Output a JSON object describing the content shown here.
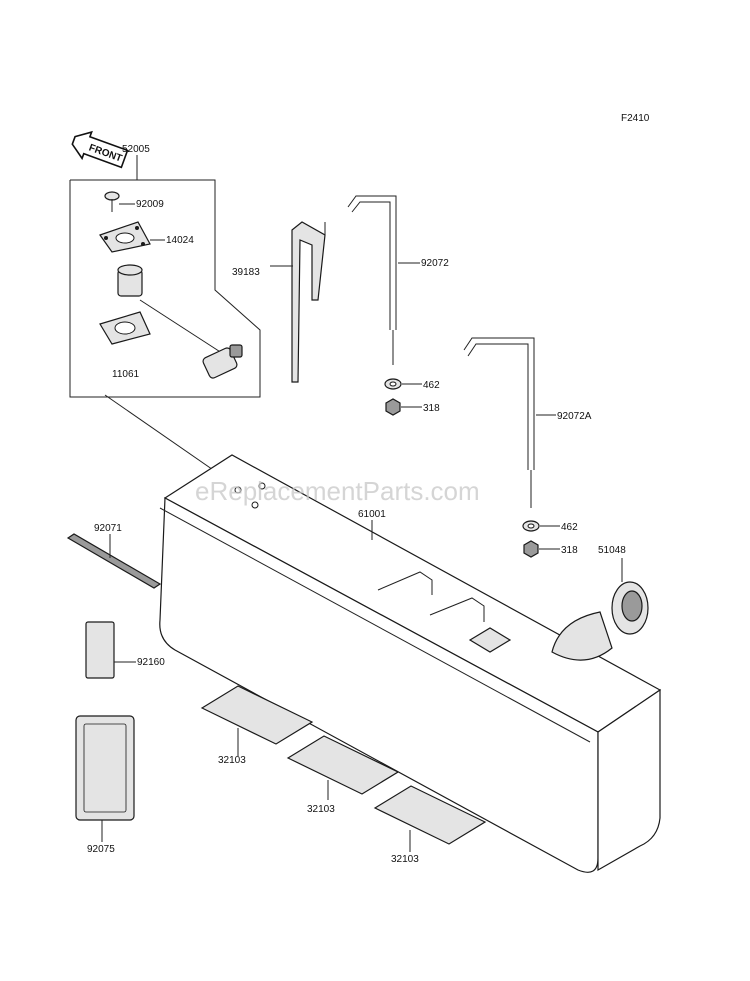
{
  "figure_code": "F2410",
  "front_arrow": "FRONT",
  "watermark": "eReplacementParts.com",
  "labels": {
    "p52005": "52005",
    "p92009": "92009",
    "p14024": "14024",
    "p11061": "11061",
    "p39183": "39183",
    "p92072": "92072",
    "p462a": "462",
    "p318a": "318",
    "p92072A": "92072A",
    "p462b": "462",
    "p318b": "318",
    "p61001": "61001",
    "p51048": "51048",
    "p92071": "92071",
    "p92160": "92160",
    "p32103a": "32103",
    "p32103b": "32103",
    "p32103c": "32103",
    "p92075": "92075"
  }
}
